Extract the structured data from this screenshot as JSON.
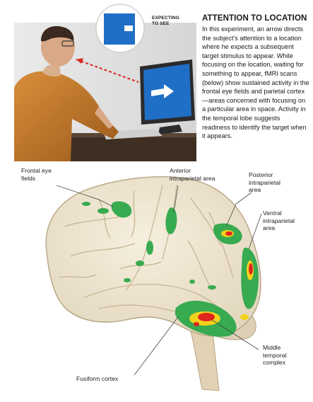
{
  "article": {
    "headline": "ATTENTION TO LOCATION",
    "body": "In this experiment, an arrow directs the subject's attention to a location where he expects a subsequent target stimulus to appear. While focusing on the location, waiting for something to appear, fMRI scans (below) show sustained activity in the frontal eye fields and parietal cortex—areas concerned with focusing on a particular area in space. Activity in the temporal lobe suggests readiness to identify the target when it appears."
  },
  "photo": {
    "expecting_line1": "EXPECTING",
    "expecting_line2": "TO SEE"
  },
  "brain_labels": {
    "frontal_eye_fields_1": "Frontal eye",
    "frontal_eye_fields_2": "fields",
    "anterior_ip_1": "Anterior",
    "anterior_ip_2": "intraparietal area",
    "posterior_ip_1": "Posterior",
    "posterior_ip_2": "intraparietal",
    "posterior_ip_3": "area",
    "ventral_ip_1": "Ventral",
    "ventral_ip_2": "intraparietal",
    "ventral_ip_3": "area",
    "middle_temporal_1": "Middle",
    "middle_temporal_2": "temporal",
    "middle_temporal_3": "complex",
    "fusiform": "Fusiform cortex"
  },
  "colors": {
    "screen_blue": "#1f6fc6",
    "arrow_red": "#d8261f",
    "activation_green": "#2fa84a",
    "activation_yellow": "#f3d21c",
    "activation_red": "#e0261f",
    "brain_tissue": "#efe7d4"
  }
}
